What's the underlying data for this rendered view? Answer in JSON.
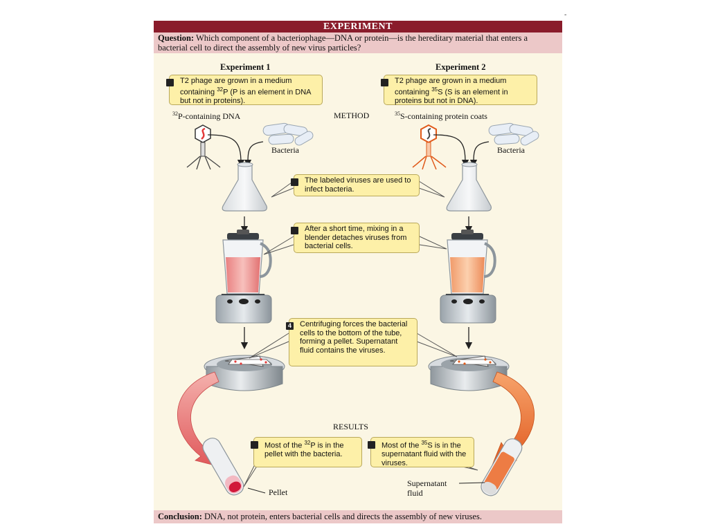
{
  "header": {
    "title": "EXPERIMENT"
  },
  "question": {
    "label": "Question:",
    "text": "Which component of a bacteriophage—DNA or protein—is the hereditary material that enters a bacterial cell to direct the assembly of new virus particles?"
  },
  "experiment1": {
    "title": "Experiment 1",
    "step1_pre": "T2 phage are grown in a medium containing ",
    "step1_sup": "32",
    "step1_post": "P (P is an element in DNA but not in proteins).",
    "label_sup": "32",
    "label": "P-containing DNA",
    "bacteria": "Bacteria",
    "pellet": "Pellet"
  },
  "experiment2": {
    "title": "Experiment 2",
    "step1_pre": "T2 phage are grown in a medium containing ",
    "step1_sup": "35",
    "step1_post": "S (S is an element in proteins but not in DNA).",
    "label_sup": "35",
    "label": "S-containing protein coats",
    "bacteria": "Bacteria",
    "supernatant_line1": "Supernatant",
    "supernatant_line2": "fluid"
  },
  "method": "METHOD",
  "results": "RESULTS",
  "steps": {
    "step2": "The labeled viruses are used to infect bacteria.",
    "step3": "After a short time, mixing in a blender detaches viruses from bacterial cells.",
    "step4_num": "4",
    "step4": "Centrifuging forces the bacterial cells to the bottom of the tube, forming a pellet. Supernatant fluid contains the viruses."
  },
  "results_boxes": {
    "left_pre": "Most of the ",
    "left_sup": "32",
    "left_post": "P is in the pellet with the bacteria.",
    "right_pre": "Most of the ",
    "right_sup": "35",
    "right_post": "S is in the supernatant fluid with the viruses."
  },
  "conclusion": {
    "label": "Conclusion:",
    "text": "DNA, not protein, enters bacterial cells and directs the assembly of new viruses."
  },
  "colors": {
    "header": "#8a1c2b",
    "band": "#ecc8c8",
    "panel": "#fbf6e4",
    "callout": "#fdf0a8",
    "red_label": "#e8404a",
    "orange_label": "#e86a2a"
  }
}
